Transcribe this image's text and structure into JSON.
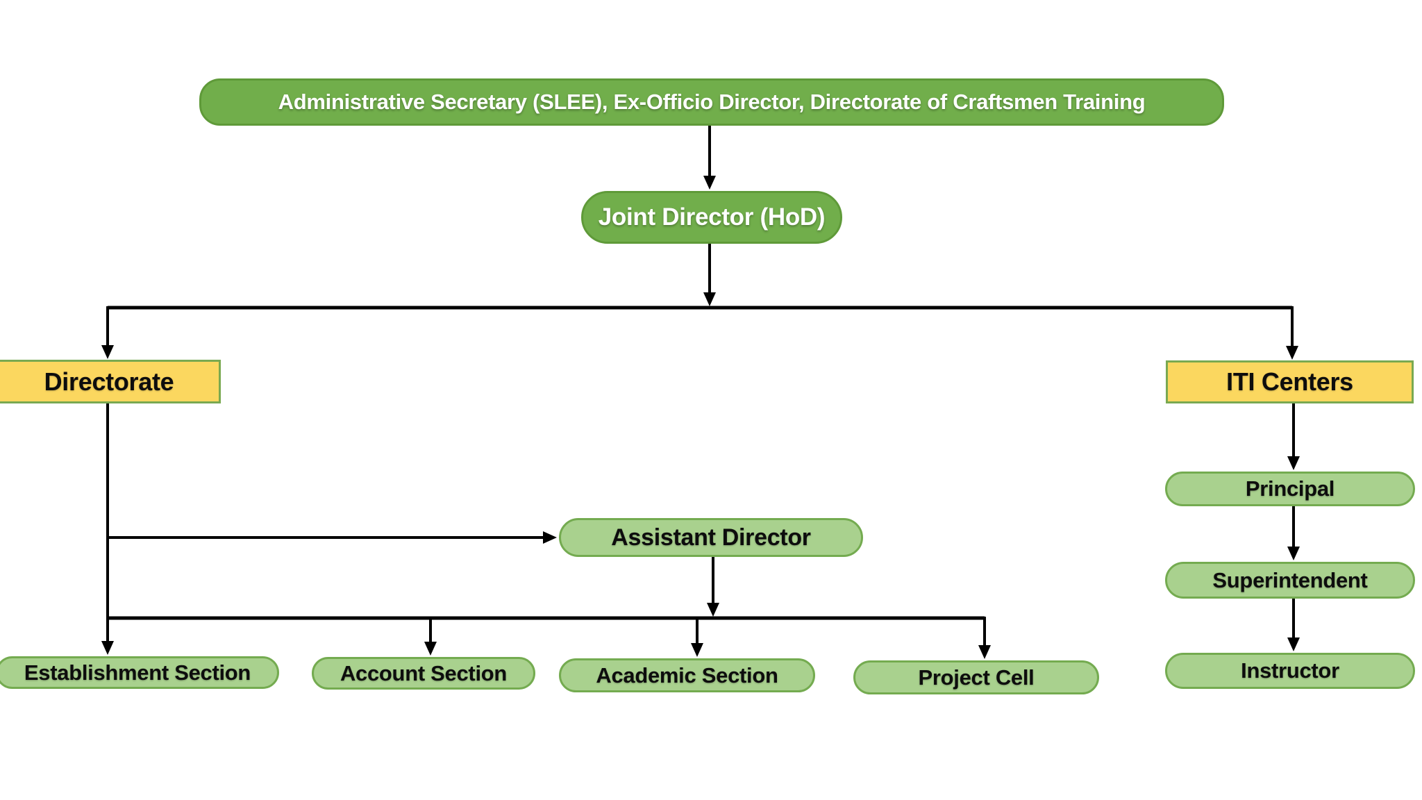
{
  "diagram": {
    "type": "org-chart",
    "nodes": {
      "admin_secretary": {
        "label": "Administrative Secretary (SLEE), Ex-Officio Director, Directorate of Craftsmen Training",
        "style": "dark-green"
      },
      "joint_director": {
        "label": "Joint Director (HoD)",
        "style": "dark-green"
      },
      "directorate": {
        "label": "Directorate",
        "style": "yellow"
      },
      "iti_centers": {
        "label": "ITI Centers",
        "style": "yellow"
      },
      "assistant_director": {
        "label": "Assistant Director",
        "style": "light-green"
      },
      "establishment_section": {
        "label": "Establishment Section",
        "style": "light-green"
      },
      "account_section": {
        "label": "Account Section",
        "style": "light-green"
      },
      "academic_section": {
        "label": "Academic Section",
        "style": "light-green"
      },
      "project_cell": {
        "label": "Project Cell",
        "style": "light-green"
      },
      "principal": {
        "label": "Principal",
        "style": "light-green"
      },
      "superintendent": {
        "label": "Superintendent",
        "style": "light-green"
      },
      "instructor": {
        "label": "Instructor",
        "style": "light-green"
      }
    },
    "edges": [
      {
        "from": "admin_secretary",
        "to": "joint_director"
      },
      {
        "from": "joint_director",
        "to": "directorate"
      },
      {
        "from": "joint_director",
        "to": "iti_centers"
      },
      {
        "from": "directorate",
        "to": "assistant_director"
      },
      {
        "from": "directorate",
        "to": "establishment_section"
      },
      {
        "from": "assistant_director",
        "to": "account_section"
      },
      {
        "from": "assistant_director",
        "to": "academic_section"
      },
      {
        "from": "assistant_director",
        "to": "project_cell"
      },
      {
        "from": "iti_centers",
        "to": "principal"
      },
      {
        "from": "principal",
        "to": "superintendent"
      },
      {
        "from": "superintendent",
        "to": "instructor"
      }
    ],
    "colors": {
      "dark_green_fill": "#71AE4B",
      "dark_green_border": "#5F9A39",
      "light_green_fill": "#A9D18E",
      "light_green_border": "#74AB50",
      "yellow_fill": "#FBD75F",
      "yellow_border": "#79A951",
      "connector": "#000000",
      "background": "#FFFFFF"
    }
  }
}
